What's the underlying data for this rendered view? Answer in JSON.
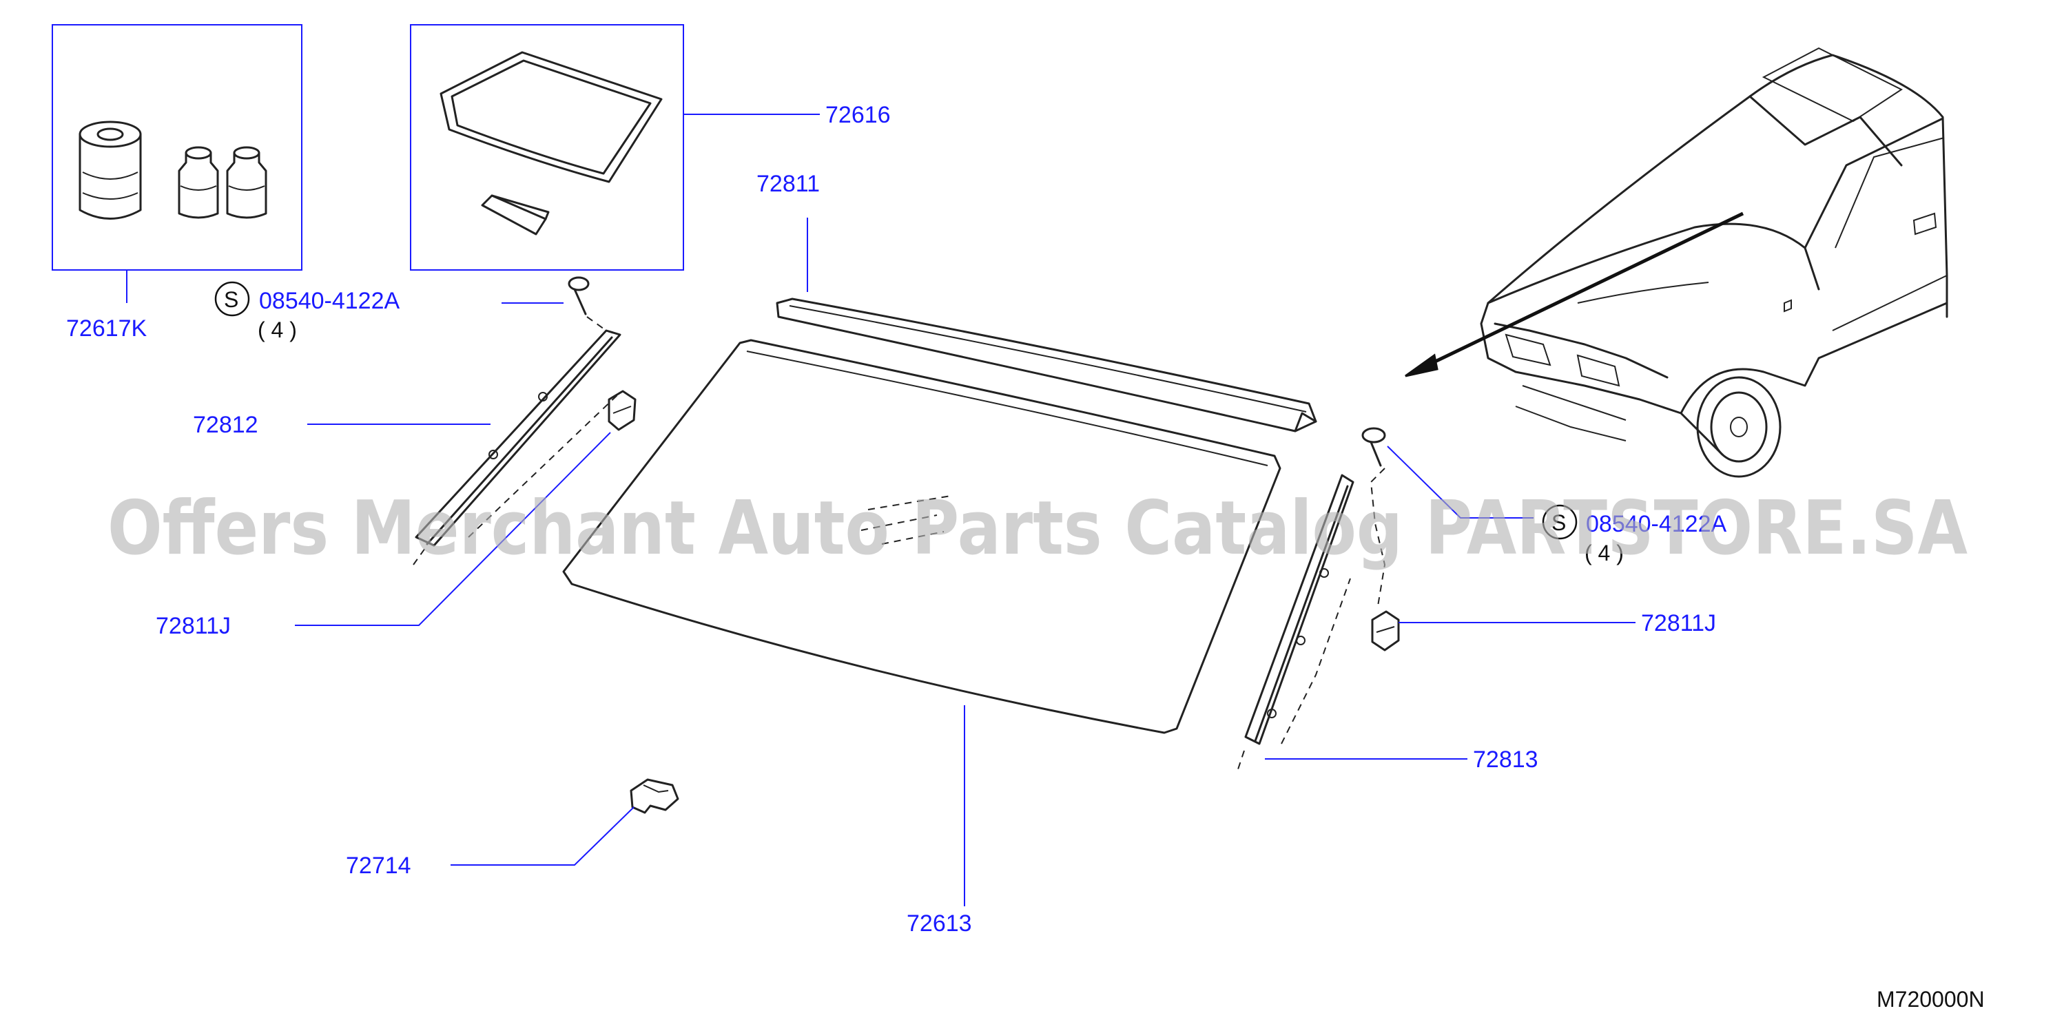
{
  "labels": {
    "p72616": "72616",
    "p72617K": "72617K",
    "s_code_1": "08540-4122A",
    "qty_1": "( 4 )",
    "p72811": "72811",
    "p72812": "72812",
    "p72811J_left": "72811J",
    "s_code_2": "08540-4122A",
    "qty_2": "( 4 )",
    "p72811J_right": "72811J",
    "p72813": "72813",
    "p72714": "72714",
    "p72613": "72613",
    "diagram_code": "M720000N",
    "s_symbol": "S"
  },
  "watermark": "Offers Merchant Auto Parts Catalog PARTSTORE.SA",
  "colors": {
    "label": "#1a1aff",
    "line_art": "#222222",
    "watermark": "#b3b3b3",
    "background": "#ffffff"
  }
}
